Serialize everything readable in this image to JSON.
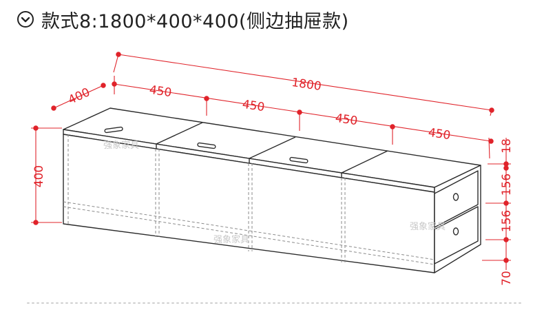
{
  "title": {
    "text": "款式8:1800*400*400(侧边抽屉款)",
    "icon": "chevron-down-circle-icon"
  },
  "dimensions": {
    "total_length": "1800",
    "depth": "400",
    "height": "400",
    "segments": [
      "450",
      "450",
      "450",
      "450"
    ],
    "right_stack": [
      "18",
      "156",
      "156",
      "70"
    ]
  },
  "watermark": "强象家具",
  "colors": {
    "dimension": "#e0232a",
    "outline": "#2b2b2b",
    "text": "#222222"
  }
}
